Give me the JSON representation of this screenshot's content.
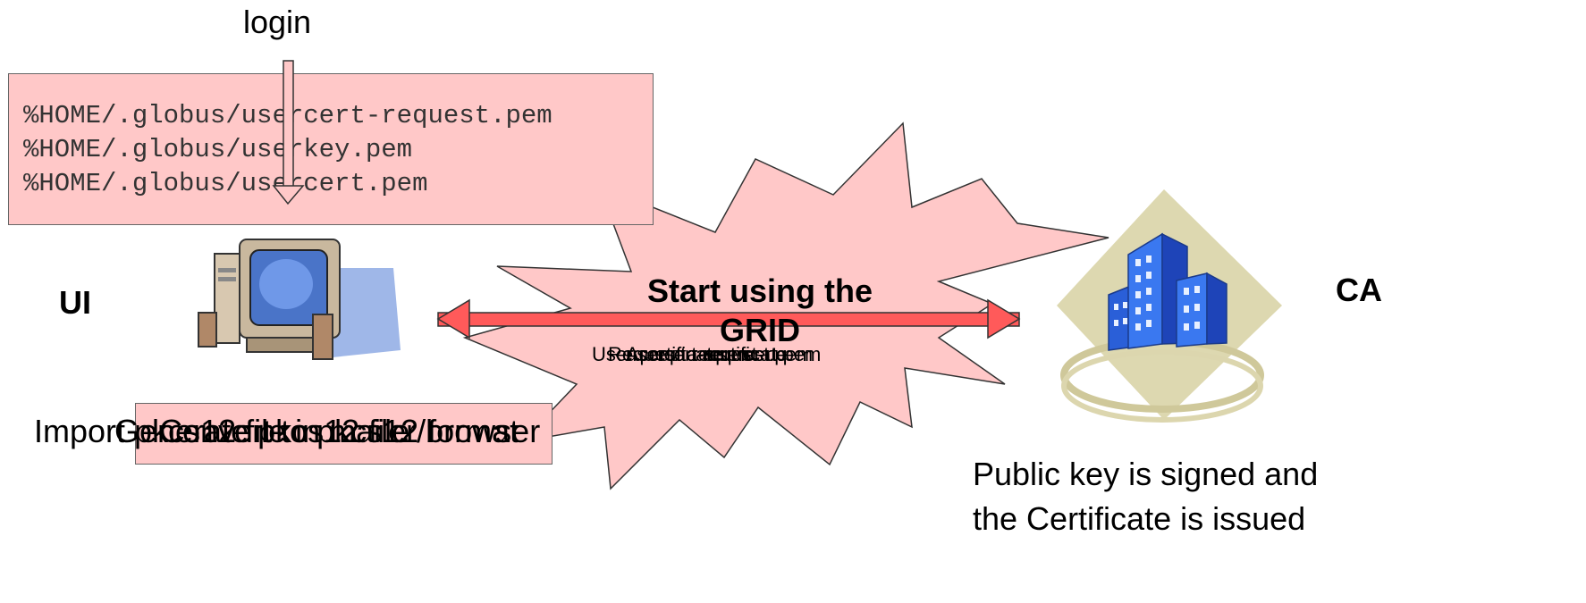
{
  "colors": {
    "box_fill": "#ffc8c8",
    "starburst_fill": "#ffc8c8",
    "arrow_fill": "#ff5a5a",
    "outline": "#333333"
  },
  "login_label": "login",
  "file_paths": [
    "%HOME/.globus/usercert-request.pem",
    "%HOME/.globus/userkey.pem",
    "%HOME/.globus/usercert.pem"
  ],
  "ui_label": "UI",
  "ca_label": "CA",
  "center_title": "Start using the GRID",
  "arrow_overlapping_labels": [
    "User certificate",
    "Request a certificate",
    "usercert-request.pem",
    "Accept request",
    "usercert.pem"
  ],
  "bottom_overlapping_labels": [
    "Import pkcs12 file in mailer/browser",
    "Generate pkcs12 file",
    "Convert to pkcs12 format"
  ],
  "ca_caption_lines": [
    "Public key is signed and",
    "the Certificate is issued"
  ],
  "icons": {
    "computer": "desktop-computer-icon",
    "ca_building": "office-building-icon"
  }
}
